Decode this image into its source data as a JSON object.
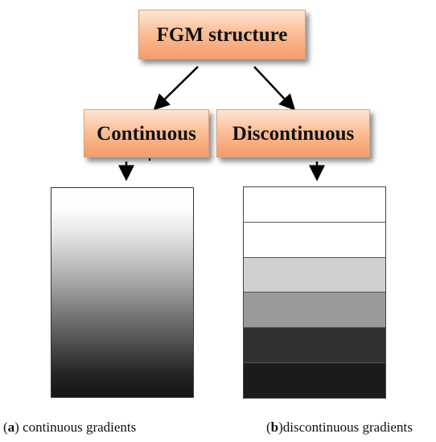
{
  "diagram": {
    "root_label": "FGM structure",
    "left_label": "Continuous",
    "right_label": "Discontinuous",
    "discontinuous_band_colors": [
      "#ffffff",
      "#ffffff",
      "#d0d0d0",
      "#9a9a9a",
      "#303030",
      "#1b1b1b"
    ]
  },
  "captions": {
    "a_open": "(",
    "a_letter": "a",
    "a_text": ") continuous gradients",
    "b_open": "(",
    "b_letter": "b",
    "b_text": ")discontinuous gradients"
  }
}
